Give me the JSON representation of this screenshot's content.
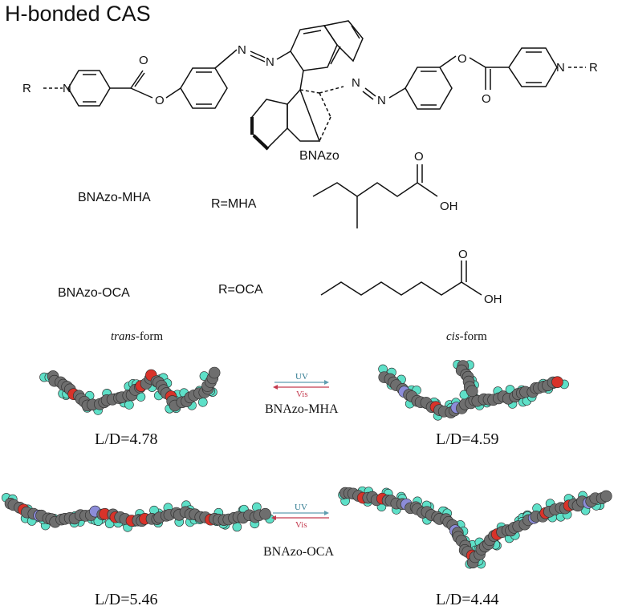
{
  "title": "H-bonded CAS",
  "core_label": "BNAzo",
  "substituent_group": "R",
  "atoms": {
    "nitrogen": "N",
    "oxygen": "O",
    "hydroxyl": "OH"
  },
  "compounds": [
    {
      "name": "BNAzo-MHA",
      "r_def": "R=MHA"
    },
    {
      "name": "BNAzo-OCA",
      "r_def": "R=OCA"
    }
  ],
  "forms": {
    "trans": "trans",
    "cis": "cis",
    "suffix": "-form"
  },
  "switch_labels": {
    "uv": "UV",
    "vis": "Vis"
  },
  "models": [
    {
      "compound": "BNAzo-MHA",
      "trans_ld": "L/D=4.78",
      "cis_ld": "L/D=4.59"
    },
    {
      "compound": "BNAzo-OCA",
      "trans_ld": "L/D=5.46",
      "cis_ld": "L/D=4.44"
    }
  ],
  "colors": {
    "hydrogen": "#5ee0c8",
    "carbon": "#6e6e6e",
    "oxygen": "#d8332a",
    "nitrogen": "#8c8cd8",
    "uv_arrow": "#5f9eb0",
    "vis_arrow": "#c43a4e"
  }
}
